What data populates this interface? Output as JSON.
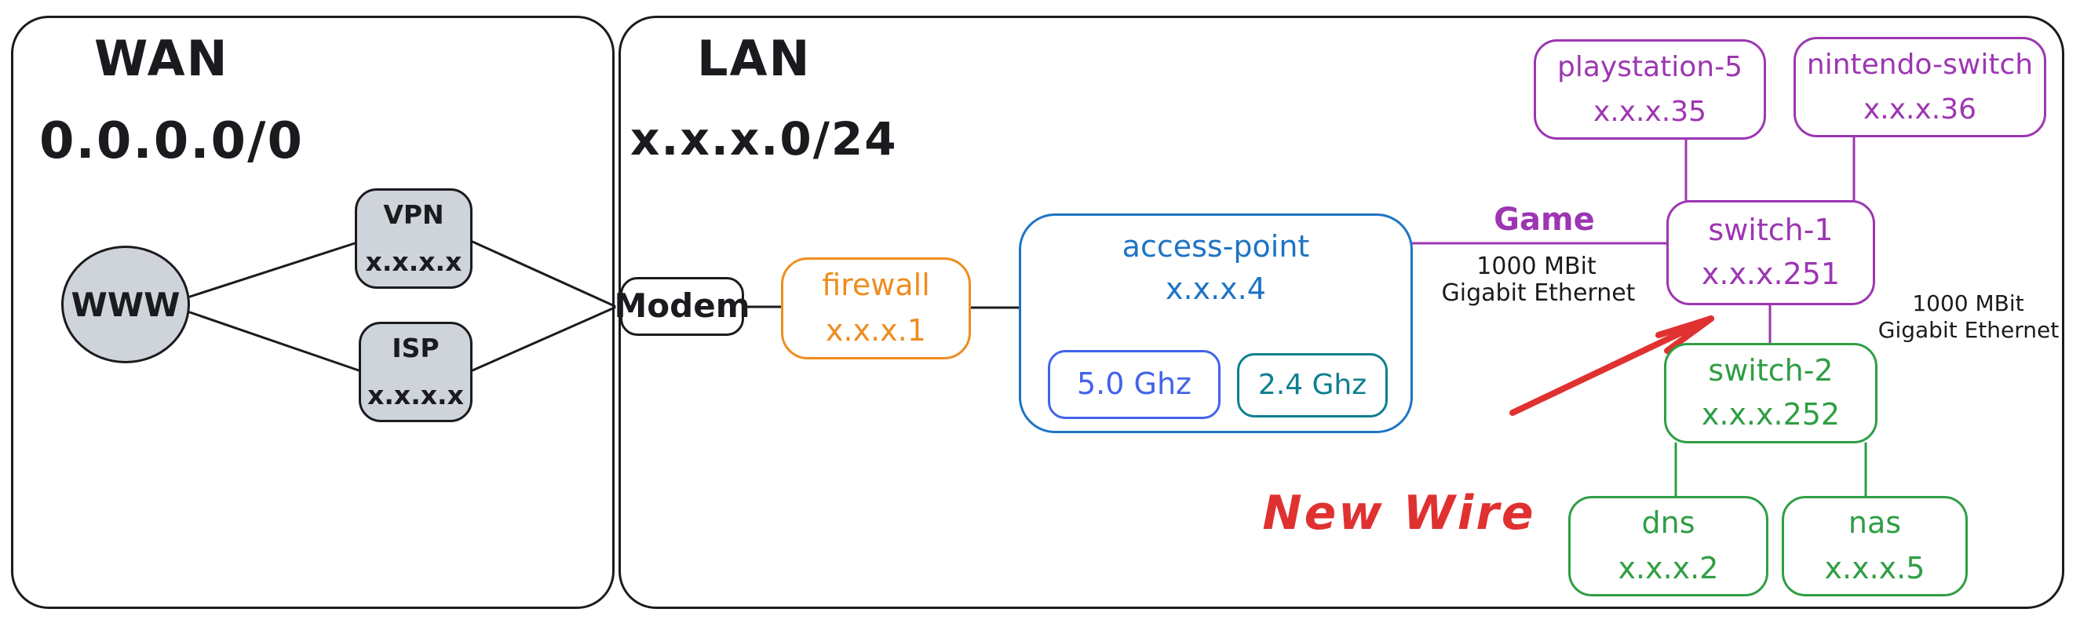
{
  "wan": {
    "title": "WAN",
    "subnet": "0.0.0.0/0",
    "nodes": {
      "www": {
        "label": "WWW"
      },
      "vpn": {
        "label": "VPN",
        "ip": "x.x.x.x"
      },
      "isp": {
        "label": "ISP",
        "ip": "x.x.x.x"
      }
    }
  },
  "lan": {
    "title": "LAN",
    "subnet": "x.x.x.0/24",
    "nodes": {
      "modem": {
        "label": "Modem"
      },
      "firewall": {
        "label": "firewall",
        "ip": "x.x.x.1"
      },
      "access_point": {
        "label": "access-point",
        "ip": "x.x.x.4",
        "bands": {
          "band5": "5.0 Ghz",
          "band24": "2.4 Ghz"
        }
      },
      "playstation": {
        "label": "playstation-5",
        "ip": "x.x.x.35"
      },
      "nintendo": {
        "label": "nintendo-switch",
        "ip": "x.x.x.36"
      },
      "switch1": {
        "label": "switch-1",
        "ip": "x.x.x.251"
      },
      "switch2": {
        "label": "switch-2",
        "ip": "x.x.x.252"
      },
      "dns": {
        "label": "dns",
        "ip": "x.x.x.2"
      },
      "nas": {
        "label": "nas",
        "ip": "x.x.x.5"
      }
    }
  },
  "annotations": {
    "game_link": {
      "label": "Game",
      "speed": "1000 MBit",
      "type": "Gigabit Ethernet"
    },
    "switch_link": {
      "speed": "1000 MBit",
      "type": "Gigabit Ethernet"
    },
    "new_wire": {
      "label": "New Wire"
    }
  },
  "colors": {
    "ink": "#1b1b1f",
    "gray_fill": "#ced4da",
    "orange": "#ee8d1f",
    "blue": "#1e74c4",
    "indigo": "#4263eb",
    "teal": "#0d7f8f",
    "purple": "#9d36b2",
    "green": "#2f9e44",
    "red": "#e03131"
  }
}
